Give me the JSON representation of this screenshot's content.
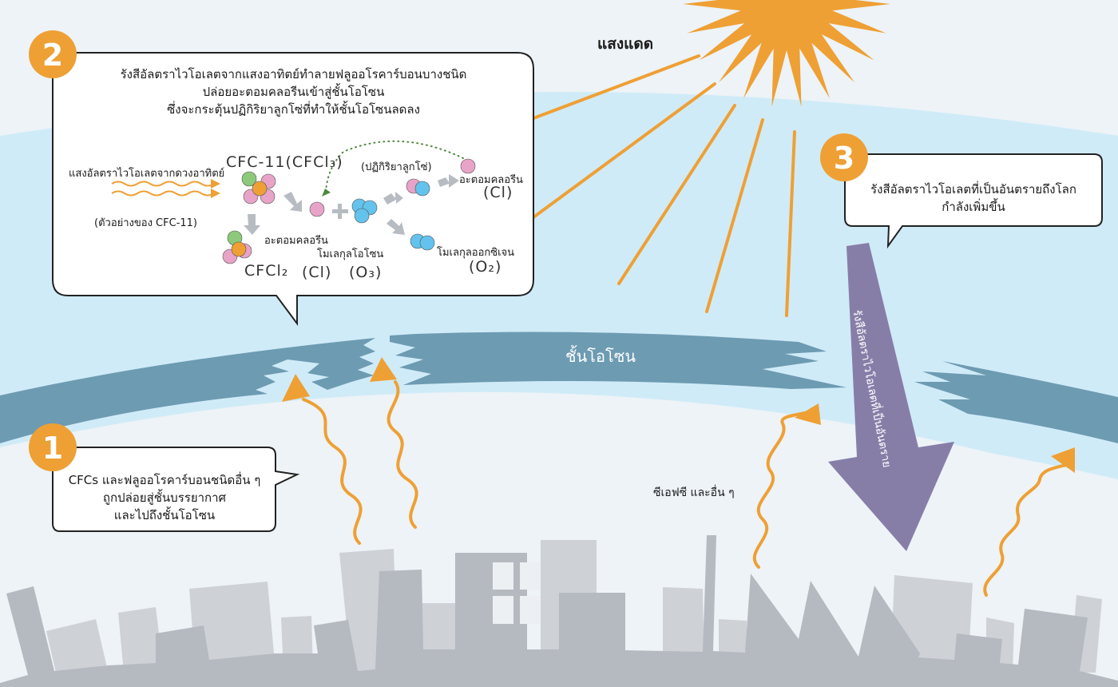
{
  "sun": {
    "label": "แสงแดด",
    "color": "#eea035"
  },
  "ozone_layer": {
    "label": "ชั้นโอโซน",
    "color": "#6d9bb2"
  },
  "atmosphere_color": "#d0ebf8",
  "ground_label": "ซีเอฟซี และอื่น ๆ",
  "uv_arrow": {
    "label": "รังสีอัลตราไวโอเลตที่เป็นอันตราย",
    "color": "#877ea8"
  },
  "steps": [
    {
      "number": "1",
      "lines": [
        "CFCs และฟลูออโรคาร์บอนชนิดอื่น ๆ",
        "ถูกปล่อยสู่ชั้นบรรยากาศ",
        "และไปถึงชั้นโอโซน"
      ]
    },
    {
      "number": "2",
      "lines": [
        "รังสีอัลตราไวโอเลตจากแสงอาทิตย์ทำลายฟลูออโรคาร์บอนบางชนิด",
        "ปล่อยอะตอมคลอรีนเข้าสู่ชั้นโอโซน",
        "ซึ่งจะกระตุ้นปฏิกิริยาลูกโซ่ที่ทำให้ชั้นโอโซนลดลง"
      ]
    },
    {
      "number": "3",
      "lines": [
        "รังสีอัลตราไวโอเลตที่เป็นอันตรายถึงโลก",
        "กำลังเพิ่มขึ้น"
      ]
    }
  ],
  "reaction_diagram": {
    "uv_source_label": "แสงอัลตราไวโอเลตจากดวงอาทิตย์",
    "example_label": "(ตัวอย่างของ CFC-11)",
    "cfc11_formula": "CFC-11(CFCl₃)",
    "cfcl2_formula": "CFCl₂",
    "chlorine_atom_label": "อะตอมคลอรีน",
    "chlorine_formula": "(Cl)",
    "ozone_molecule_label": "โมเลกุลโอโซน",
    "ozone_formula": "(O₃)",
    "chain_reaction_label": "(ปฏิกิริยาลูกโซ่)",
    "chlorine_atom_label_2": "อะตอมคลอรีน",
    "chlorine_formula_2": "(Cl)",
    "oxygen_molecule_label": "โมเลกุลออกซิเจน",
    "oxygen_formula": "(O₂)",
    "colors": {
      "fluorine": "#8cc97a",
      "carbon": "#eea035",
      "chlorine": "#e8a3c8",
      "oxygen": "#63c3ec",
      "arrow": "#b7bcc2",
      "chain": "#4e8a3e"
    }
  },
  "colors": {
    "badge": "#eea035",
    "building_dark": "#b5b9c0",
    "building_light": "#ced2d7"
  }
}
